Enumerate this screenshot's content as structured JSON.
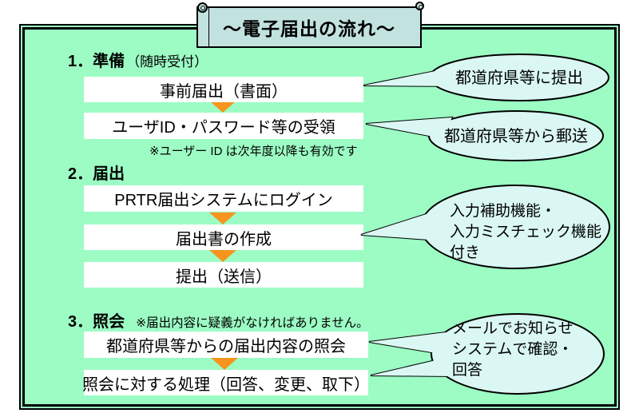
{
  "colors": {
    "page_bg": "#ffffff",
    "panel_green": "#9cfcc4",
    "frame_line": "#000000",
    "banner_fill": "#c2e2e0",
    "bubble_fill": "#daf7f3",
    "box_fill": "#ffffff",
    "arrow_orange": "#f7941e",
    "text": "#000000"
  },
  "banner": {
    "title": "～電子届出の流れ～"
  },
  "sections": [
    {
      "label": "1．準備",
      "label_note": "（随時受付）",
      "boxes": [
        "事前届出（書面）",
        "ユーザID・パスワード等の受領"
      ],
      "footnote": "※ユーザー ID は次年度以降も有効です"
    },
    {
      "label": "2．届出",
      "boxes": [
        "PRTR届出システムにログイン",
        "届出書の作成",
        "提出（送信）"
      ]
    },
    {
      "label": "3．照会",
      "label_note": "※届出内容に疑義がなければありません。",
      "boxes": [
        "都道府県等からの届出内容の照会",
        "照会に対する処理（回答、変更、取下）"
      ]
    }
  ],
  "bubbles": [
    {
      "lines": [
        "都道府県等に提出"
      ]
    },
    {
      "lines": [
        "都道府県等から郵送"
      ]
    },
    {
      "lines": [
        "入力補助機能・",
        "入力ミスチェック機能",
        "付き"
      ]
    },
    {
      "lines": [
        "メールでお知らせ",
        "システムで確認・",
        "回答"
      ]
    }
  ]
}
